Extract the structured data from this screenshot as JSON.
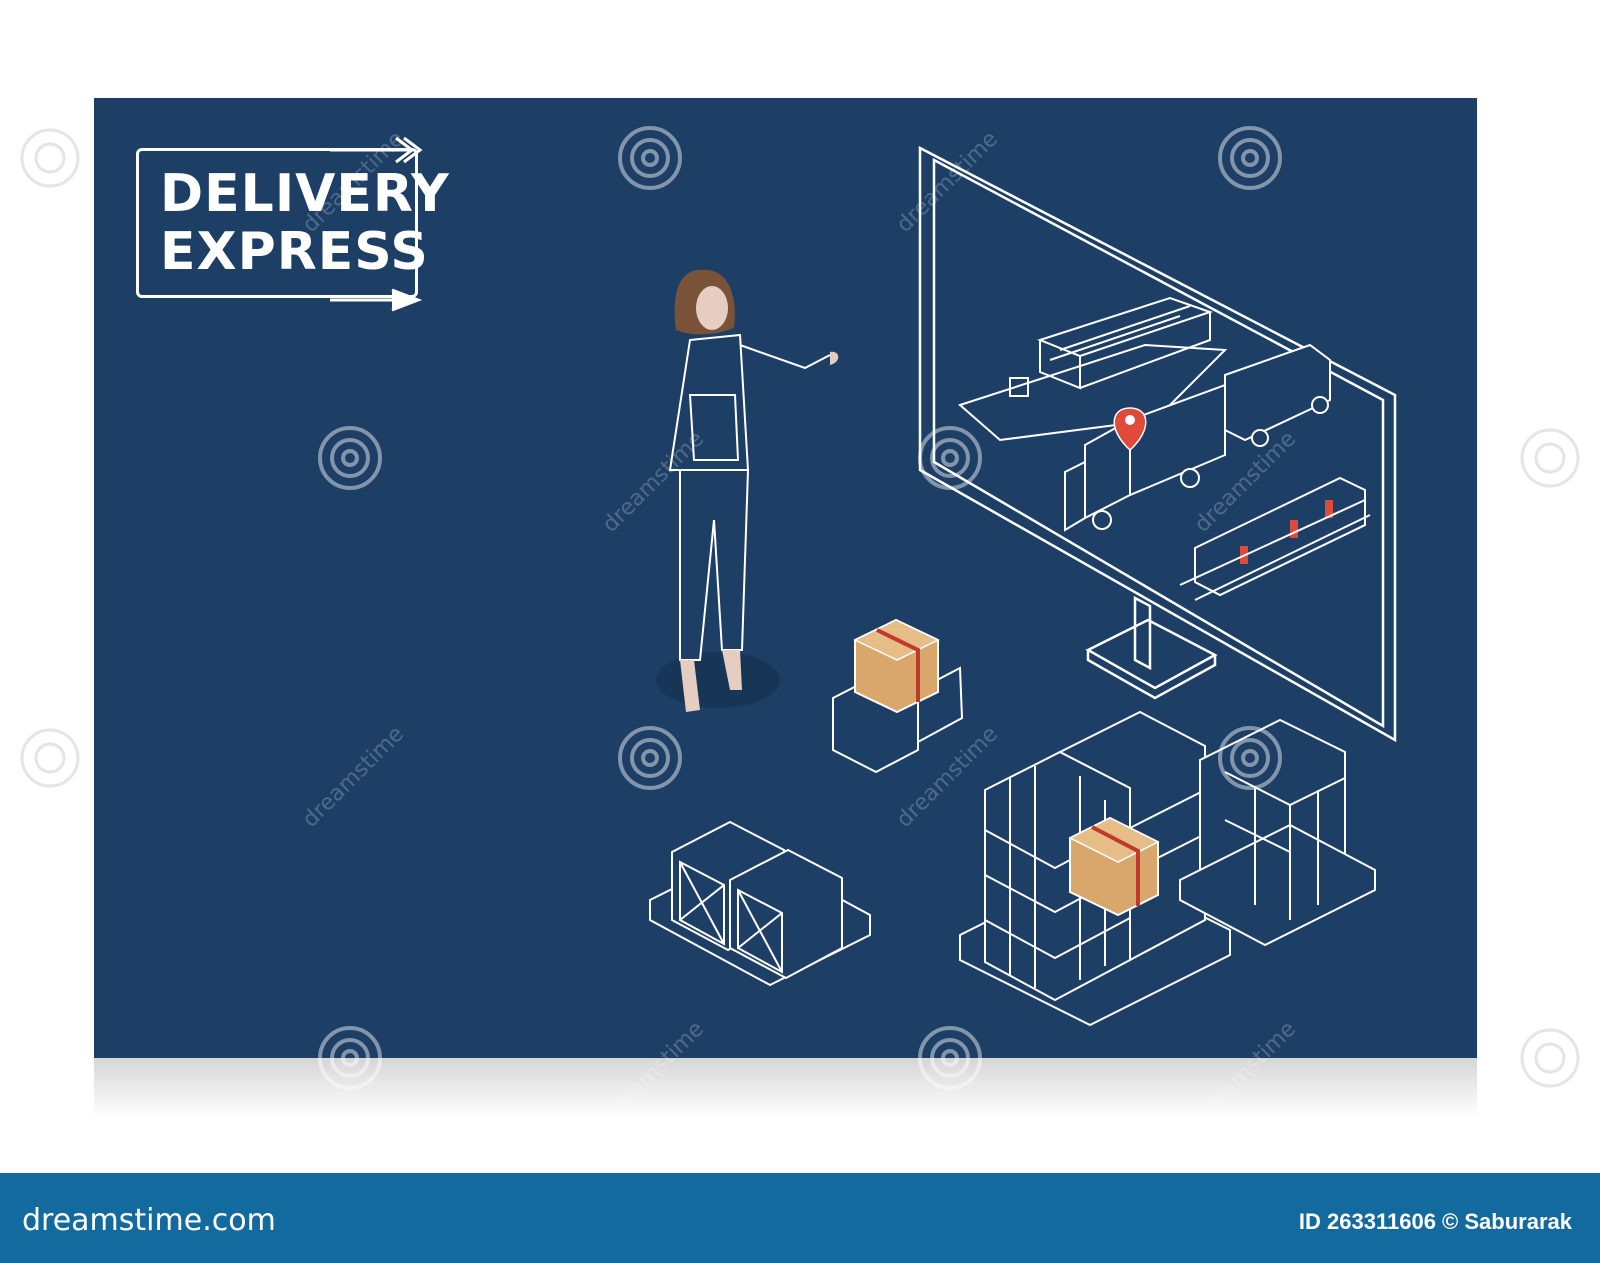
{
  "poster": {
    "title_lines": [
      "DELIVERY",
      "EXPRESS"
    ],
    "background_color": "#1d3f66",
    "line_color": "#ffffff",
    "accent_color": "#d9a66b",
    "pin_color": "#e04a3a"
  },
  "illustration": {
    "figures": [
      "woman-presenting-icon",
      "monitor-icon",
      "cargo-ship-icon",
      "truck-icon",
      "train-icon",
      "location-pin-icon",
      "cardboard-box-icon",
      "pallet-icon"
    ]
  },
  "watermark": {
    "text": "dreamstime",
    "icon": "spiral-logo-icon"
  },
  "footer": {
    "brand": "dreamstime.com",
    "id_line": "ID 263311606 © Saburarak",
    "background_color": "#136a9e"
  }
}
